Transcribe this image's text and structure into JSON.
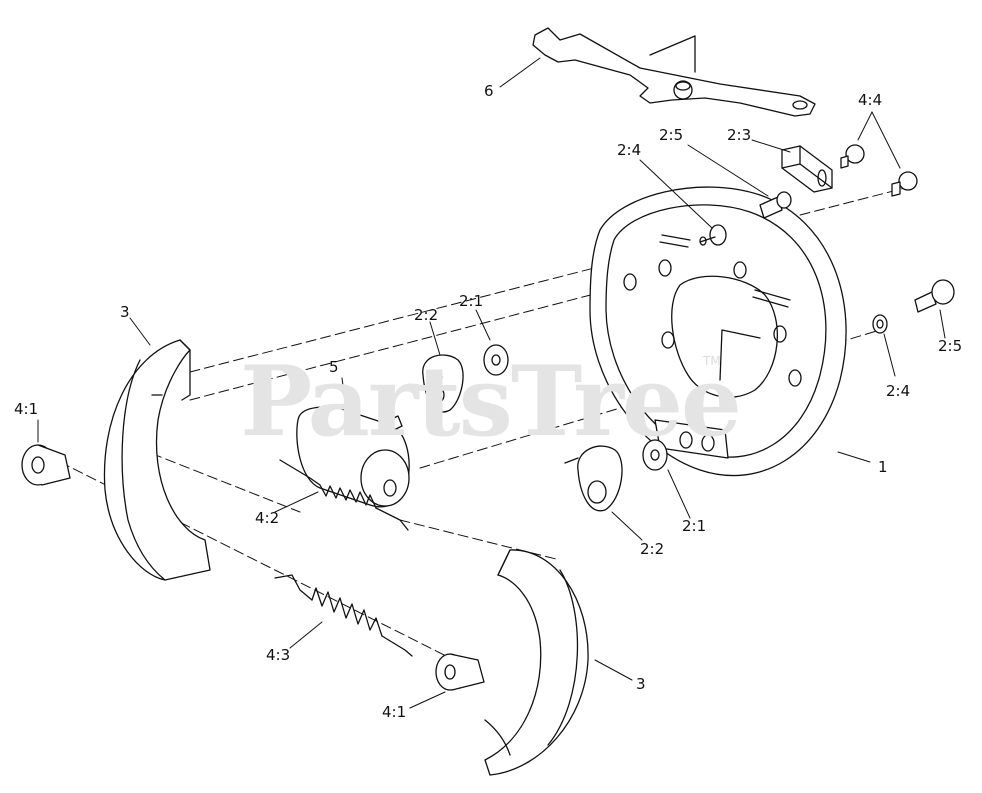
{
  "watermark": {
    "text": "PartsTree",
    "tm": "TM"
  },
  "callouts": [
    {
      "id": "6",
      "text": "6"
    },
    {
      "id": "4:4",
      "text": "4:4"
    },
    {
      "id": "2:5a",
      "text": "2:5"
    },
    {
      "id": "2:3",
      "text": "2:3"
    },
    {
      "id": "2:4a",
      "text": "2:4"
    },
    {
      "id": "2:1a",
      "text": "2:1"
    },
    {
      "id": "2:2a",
      "text": "2:2"
    },
    {
      "id": "5",
      "text": "5"
    },
    {
      "id": "3a",
      "text": "3"
    },
    {
      "id": "4:1a",
      "text": "4:1"
    },
    {
      "id": "4:2",
      "text": "4:2"
    },
    {
      "id": "2:5b",
      "text": "2:5"
    },
    {
      "id": "2:4b",
      "text": "2:4"
    },
    {
      "id": "1",
      "text": "1"
    },
    {
      "id": "2:1b",
      "text": "2:1"
    },
    {
      "id": "2:2b",
      "text": "2:2"
    },
    {
      "id": "4:3",
      "text": "4:3"
    },
    {
      "id": "4:1b",
      "text": "4:1"
    },
    {
      "id": "3b",
      "text": "3"
    }
  ]
}
